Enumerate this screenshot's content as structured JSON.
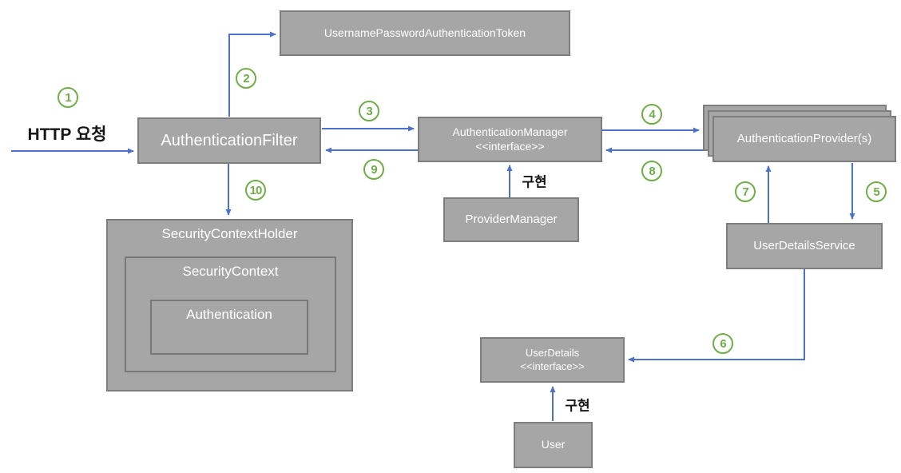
{
  "labels": {
    "http_request": "HTTP 요청",
    "implements_manager": "구현",
    "implements_user": "구현"
  },
  "boxes": {
    "token": "UsernamePasswordAuthenticationToken",
    "filter": "AuthenticationFilter",
    "manager_line1": "AuthenticationManager",
    "manager_line2": "<<interface>>",
    "provider_manager": "ProviderManager",
    "providers": "AuthenticationProvider(s)",
    "user_details_service": "UserDetailsService",
    "user_details_line1": "UserDetails",
    "user_details_line2": "<<interface>>",
    "user": "User",
    "security_context_holder": "SecurityContextHolder",
    "security_context": "SecurityContext",
    "authentication": "Authentication"
  },
  "steps": [
    "1",
    "2",
    "3",
    "4",
    "5",
    "6",
    "7",
    "8",
    "9",
    "10"
  ],
  "colors": {
    "box_fill": "#a6a6a6",
    "box_border": "#7e7e7e",
    "box_text": "#ffffff",
    "arrow": "#4d72ca",
    "step_green": "#6fad49",
    "label_text": "#161616"
  }
}
